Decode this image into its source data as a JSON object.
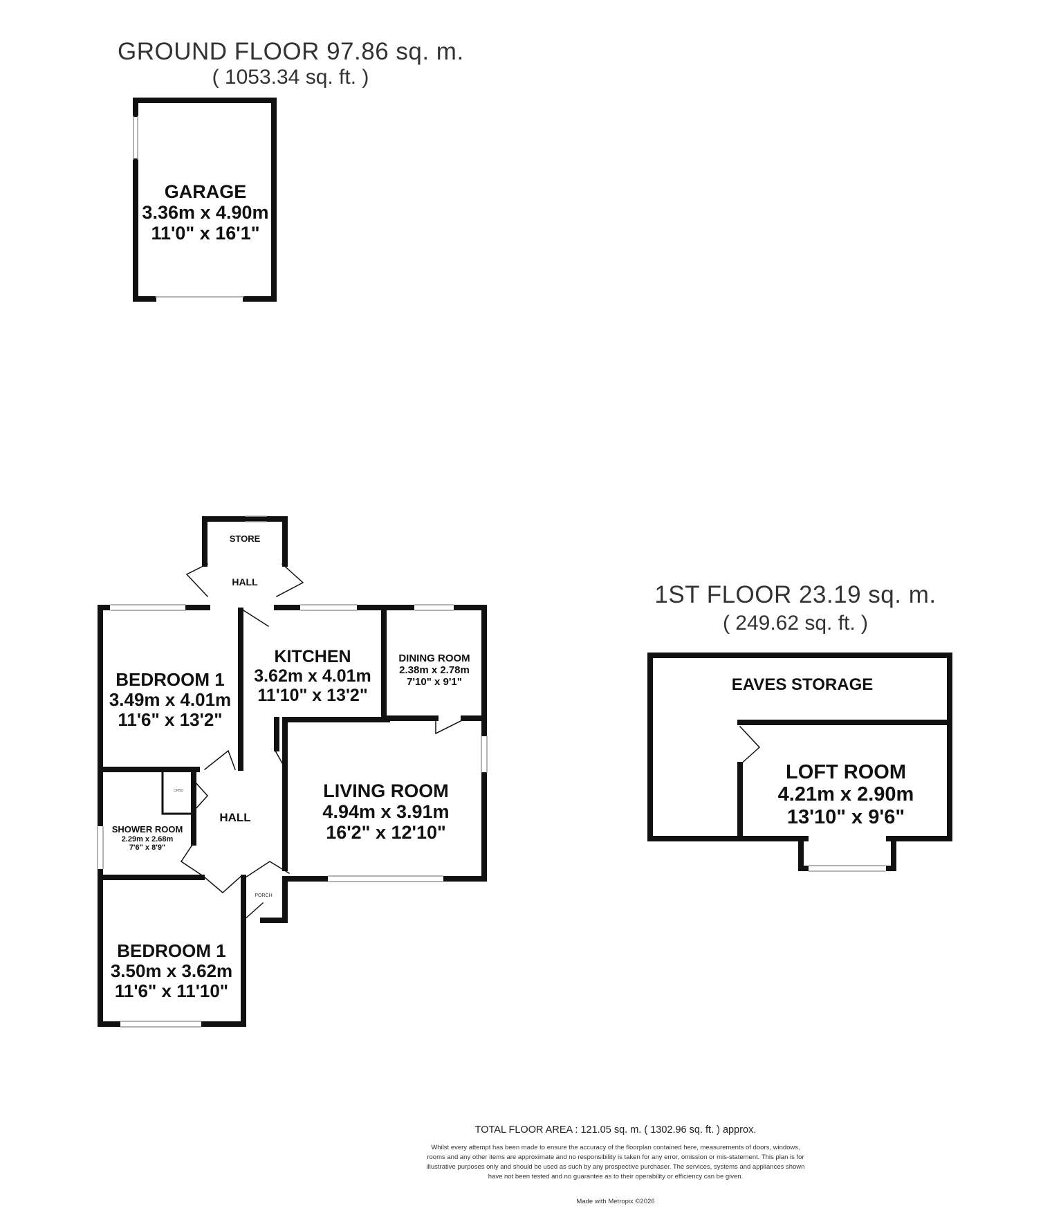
{
  "ground_floor": {
    "title": "GROUND FLOOR 97.86 sq. m.",
    "subtitle": "( 1053.34 sq. ft. )"
  },
  "first_floor": {
    "title": "1ST FLOOR 23.19 sq. m.",
    "subtitle": "( 249.62 sq. ft. )"
  },
  "rooms": {
    "garage": {
      "name": "GARAGE",
      "metric": "3.36m x 4.90m",
      "imperial": "11'0\" x 16'1\""
    },
    "store": {
      "name": "STORE"
    },
    "hall_top": {
      "name": "HALL"
    },
    "bedroom_top": {
      "name": "BEDROOM 1",
      "metric": "3.49m x 4.01m",
      "imperial": "11'6\" x 13'2\""
    },
    "kitchen": {
      "name": "KITCHEN",
      "metric": "3.62m x 4.01m",
      "imperial": "11'10\" x 13'2\""
    },
    "dining": {
      "name": "DINING ROOM",
      "metric": "2.38m x 2.78m",
      "imperial": "7'10\" x 9'1\""
    },
    "living": {
      "name": "LIVING ROOM",
      "metric": "4.94m x 3.91m",
      "imperial": "16'2\" x 12'10\""
    },
    "cupboard": {
      "name": "CPBD"
    },
    "hall_mid": {
      "name": "HALL"
    },
    "shower": {
      "name": "SHOWER ROOM",
      "metric": "2.29m x 2.68m",
      "imperial": "7'6\" x 8'9\""
    },
    "porch": {
      "name": "PORCH"
    },
    "bedroom_bottom": {
      "name": "BEDROOM 1",
      "metric": "3.50m x 3.62m",
      "imperial": "11'6\" x 11'10\""
    },
    "eaves": {
      "name": "EAVES STORAGE"
    },
    "loft": {
      "name": "LOFT ROOM",
      "metric": "4.21m x 2.90m",
      "imperial": "13'10\" x 9'6\""
    }
  },
  "footer": {
    "total": "TOTAL FLOOR AREA : 121.05 sq. m. ( 1302.96 sq. ft. ) approx.",
    "disclaimer": "Whilst every attempt has been made to ensure the accuracy of the floorplan contained here, measurements of doors, windows, rooms and any other items are approximate and no responsibility is taken for any error, omission or mis-statement. This plan is for illustrative purposes only and should be used as such by any prospective purchaser. The services, systems and appliances shown have not been tested and no guarantee as to their operability or efficiency can be given.",
    "credit": "Made with Metropix ©2026"
  },
  "colors": {
    "wall": "#111111",
    "window": "#9a9a9a",
    "text": "#111111"
  }
}
